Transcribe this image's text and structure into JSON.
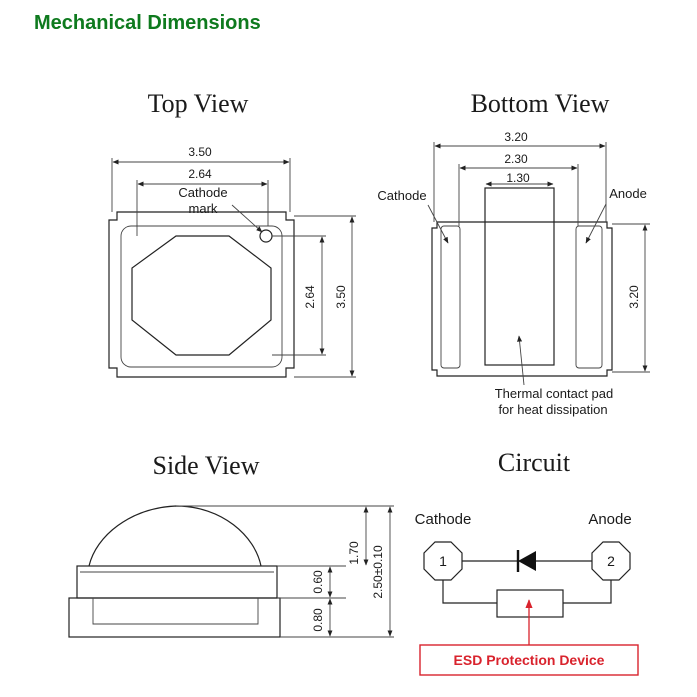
{
  "page_title": "Mechanical Dimensions",
  "top_view": {
    "title": "Top View",
    "dim_outer_width": "3.50",
    "dim_inner_width": "2.64",
    "dim_inner_height": "2.64",
    "dim_outer_height": "3.50",
    "cathode_mark_line1": "Cathode",
    "cathode_mark_line2": "mark"
  },
  "bottom_view": {
    "title": "Bottom View",
    "dim_width_1": "3.20",
    "dim_width_2": "2.30",
    "dim_width_3": "1.30",
    "dim_height": "3.20",
    "cathode_label": "Cathode",
    "anode_label": "Anode",
    "pad_label_line1": "Thermal contact pad",
    "pad_label_line2": "for heat dissipation"
  },
  "side_view": {
    "title": "Side View",
    "dim_dome": "1.70",
    "dim_total": "2.50±0.10",
    "dim_mid": "0.60",
    "dim_base": "0.80"
  },
  "circuit": {
    "title": "Circuit",
    "cathode_label": "Cathode",
    "anode_label": "Anode",
    "node_1": "1",
    "node_2": "2",
    "esd_label": "ESD Protection Device",
    "esd_color": "#d9232d"
  }
}
